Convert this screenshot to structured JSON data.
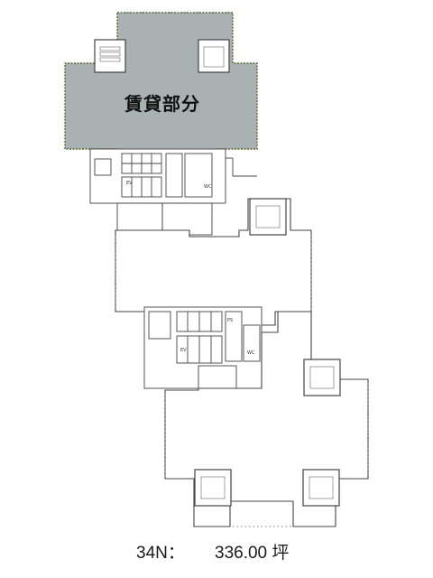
{
  "plan": {
    "highlight_label": "賃貸部分",
    "highlight_color": "#a9b1b3",
    "wall_color": "#444444",
    "window_color": "#7a7a7a",
    "core_labels": {
      "ev_upper": "EV",
      "ev_lower": "EV",
      "wc_upper": "WC",
      "wc_lower": "WC",
      "ps": "PS"
    }
  },
  "caption": {
    "floor": "34N：",
    "area": "336.00 坪"
  }
}
